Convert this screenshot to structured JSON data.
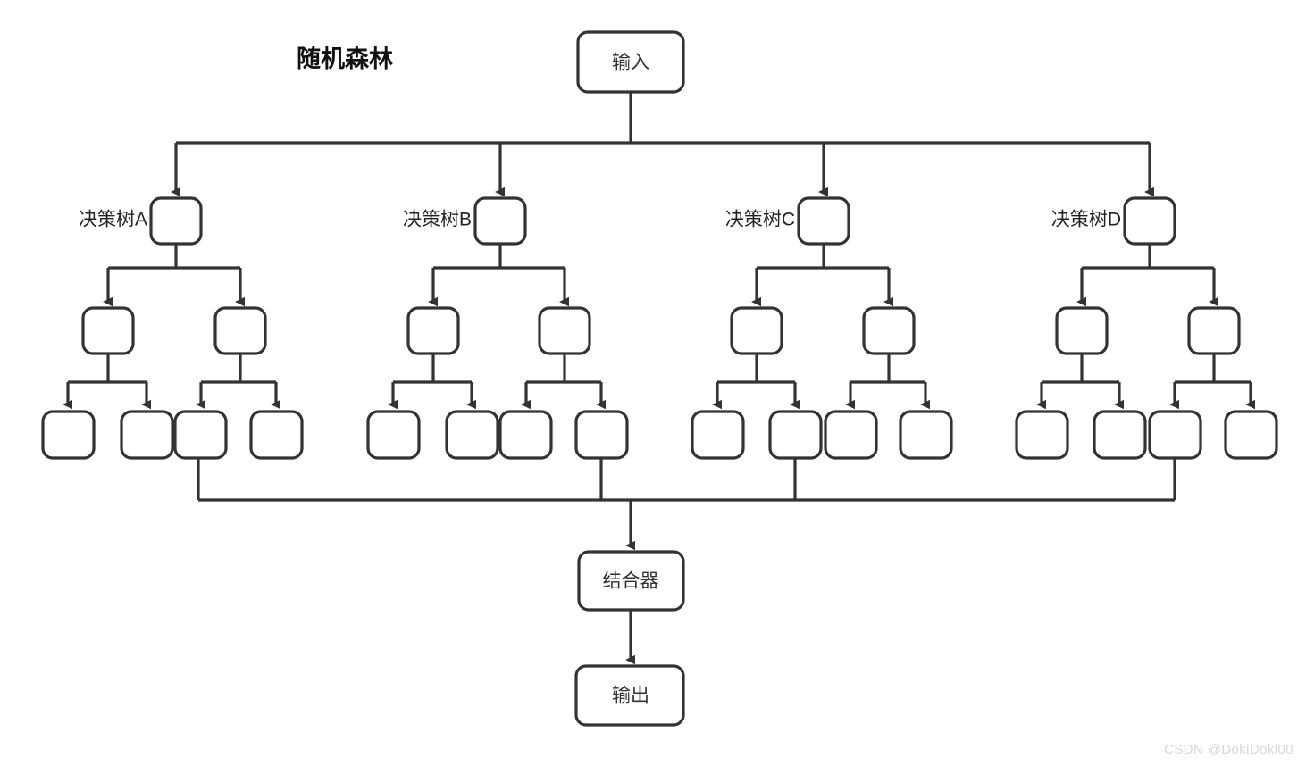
{
  "diagram": {
    "title": "随机森林",
    "type": "flowchart",
    "orientation": "top-down",
    "colors": {
      "stroke": "#333333",
      "fill": "#ffffff",
      "background": "#ffffff",
      "text": "#333333",
      "watermark": "#d8d8d8"
    },
    "input_node": {
      "label": "输入"
    },
    "combiner_node": {
      "label": "结合器"
    },
    "output_node": {
      "label": "输出"
    },
    "trees": [
      {
        "label": "决策树A",
        "root": {
          "label": ""
        },
        "branches": [
          {
            "label": ""
          },
          {
            "label": ""
          }
        ],
        "leaves": [
          {
            "label": ""
          },
          {
            "label": ""
          },
          {
            "label": ""
          },
          {
            "label": ""
          }
        ],
        "combiner_leaf_index": 2
      },
      {
        "label": "决策树B",
        "root": {
          "label": ""
        },
        "branches": [
          {
            "label": ""
          },
          {
            "label": ""
          }
        ],
        "leaves": [
          {
            "label": ""
          },
          {
            "label": ""
          },
          {
            "label": ""
          },
          {
            "label": ""
          }
        ],
        "combiner_leaf_index": 3
      },
      {
        "label": "决策树C",
        "root": {
          "label": ""
        },
        "branches": [
          {
            "label": ""
          },
          {
            "label": ""
          }
        ],
        "leaves": [
          {
            "label": ""
          },
          {
            "label": ""
          },
          {
            "label": ""
          },
          {
            "label": ""
          }
        ],
        "combiner_leaf_index": 1
      },
      {
        "label": "决策树D",
        "root": {
          "label": ""
        },
        "branches": [
          {
            "label": ""
          },
          {
            "label": ""
          }
        ],
        "leaves": [
          {
            "label": ""
          },
          {
            "label": ""
          },
          {
            "label": ""
          },
          {
            "label": ""
          }
        ],
        "combiner_leaf_index": 2
      }
    ]
  },
  "watermark": {
    "text": "CSDN @DokiDoki00"
  }
}
